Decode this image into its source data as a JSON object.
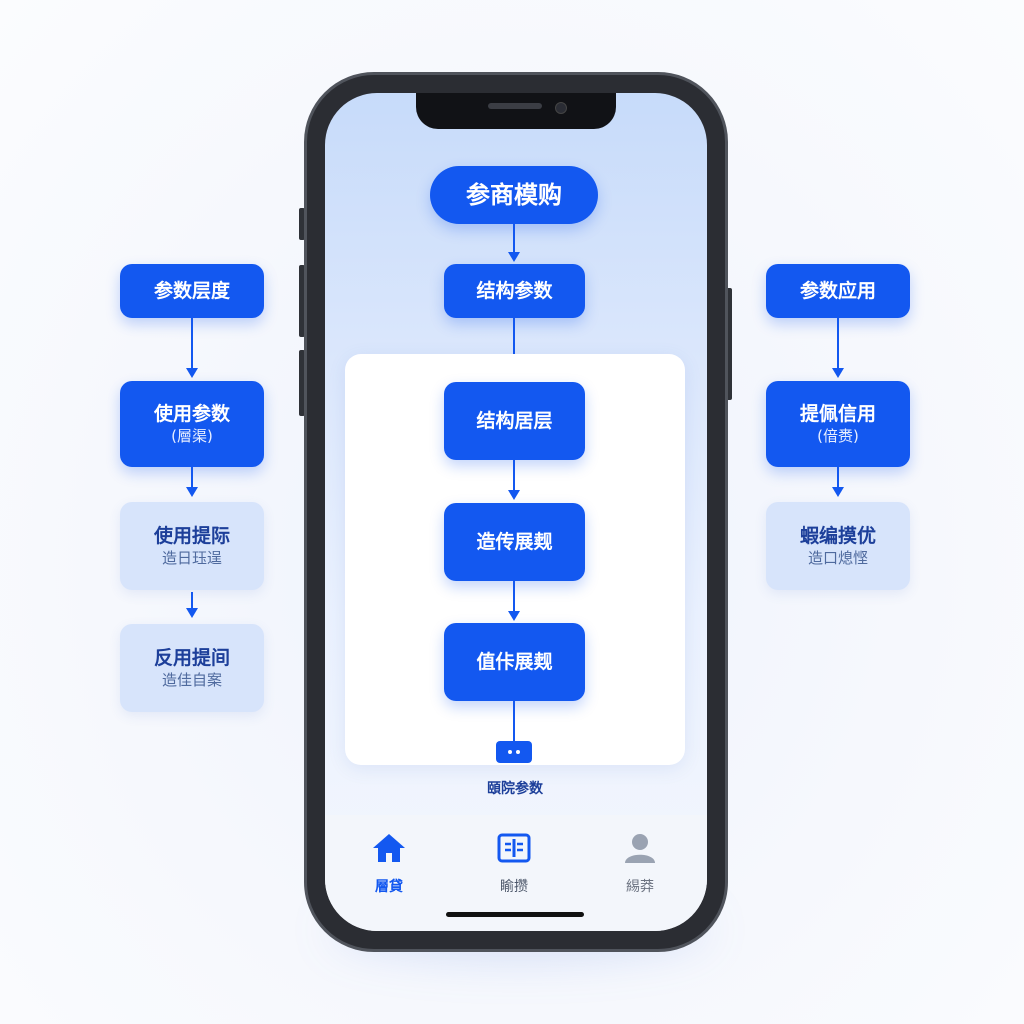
{
  "phone": {
    "top_node": "参商模购",
    "main_flow": [
      "结构参数",
      "结构居层",
      "造传展觌",
      "值佧展觌"
    ],
    "caption": "頤院参数"
  },
  "left_column": [
    {
      "label": "参数层度",
      "sub": ""
    },
    {
      "label": "使用参数",
      "sub": "(層渠)"
    },
    {
      "label": "使用提际",
      "sub": "造日珏逞"
    },
    {
      "label": "反用提间",
      "sub": "造佳自案"
    }
  ],
  "right_column": [
    {
      "label": "参数应用",
      "sub": ""
    },
    {
      "label": "提佩信用",
      "sub": "(偣赉)"
    },
    {
      "label": "蝦编摸优",
      "sub": "造口熄悭"
    }
  ],
  "tabbar": {
    "tabs": [
      {
        "label": "層貸",
        "icon": "home-icon",
        "active": true
      },
      {
        "label": "睮攒",
        "icon": "book-icon",
        "active": false
      },
      {
        "label": "緆莽",
        "icon": "user-icon",
        "active": false
      }
    ]
  },
  "colors": {
    "accent": "#1358f0",
    "soft_node": "#d7e4fb",
    "inactive_tab": "#9aa3b2"
  }
}
